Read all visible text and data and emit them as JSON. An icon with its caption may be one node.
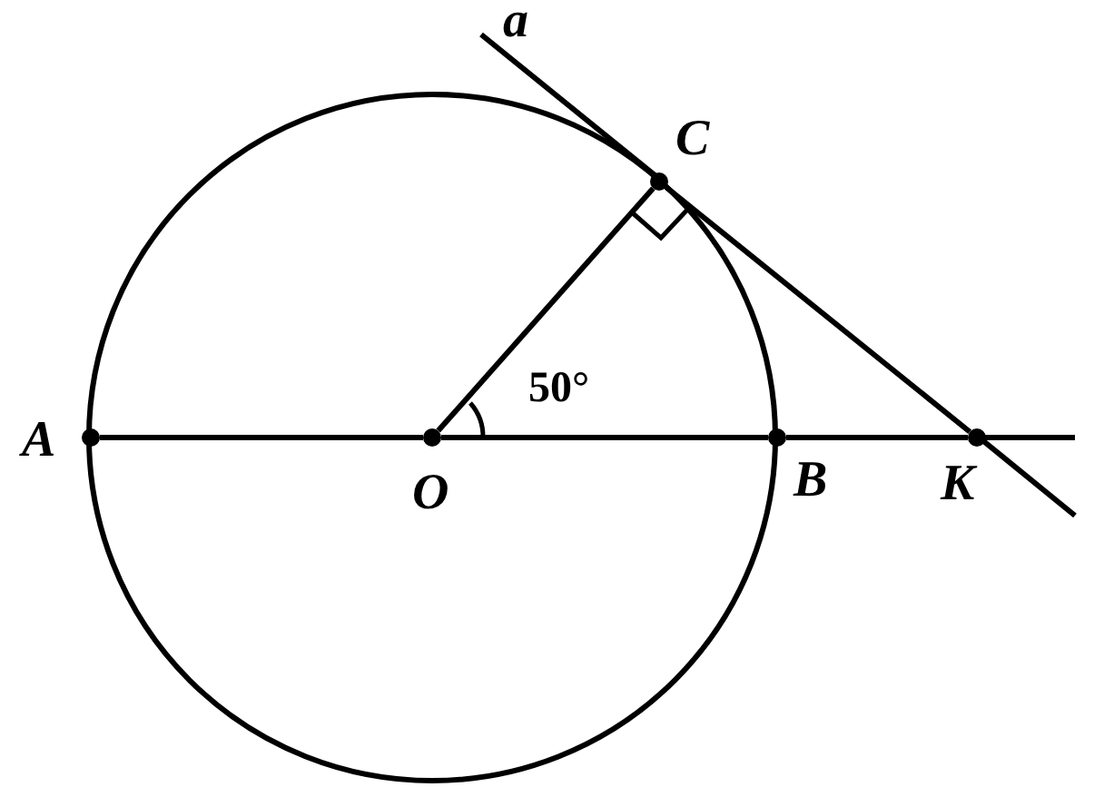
{
  "diagram": {
    "nodes": [
      {
        "text": [
          "A"
        ]
      },
      {
        "text": [
          "O"
        ]
      },
      {
        "text": [
          "B"
        ]
      },
      {
        "text": [
          "K"
        ]
      },
      {
        "text": [
          "C"
        ]
      }
    ],
    "edges": [
      {
        "from": 0,
        "to": 1,
        "arrow": "none"
      },
      {
        "from": 1,
        "to": 2,
        "arrow": "none"
      },
      {
        "from": 2,
        "to": 3,
        "arrow": "none"
      },
      {
        "from": 1,
        "to": 4,
        "arrow": "none"
      },
      {
        "from": 4,
        "to": 3,
        "arrow": "none"
      }
    ],
    "labels": [
      "a",
      "50°"
    ]
  }
}
